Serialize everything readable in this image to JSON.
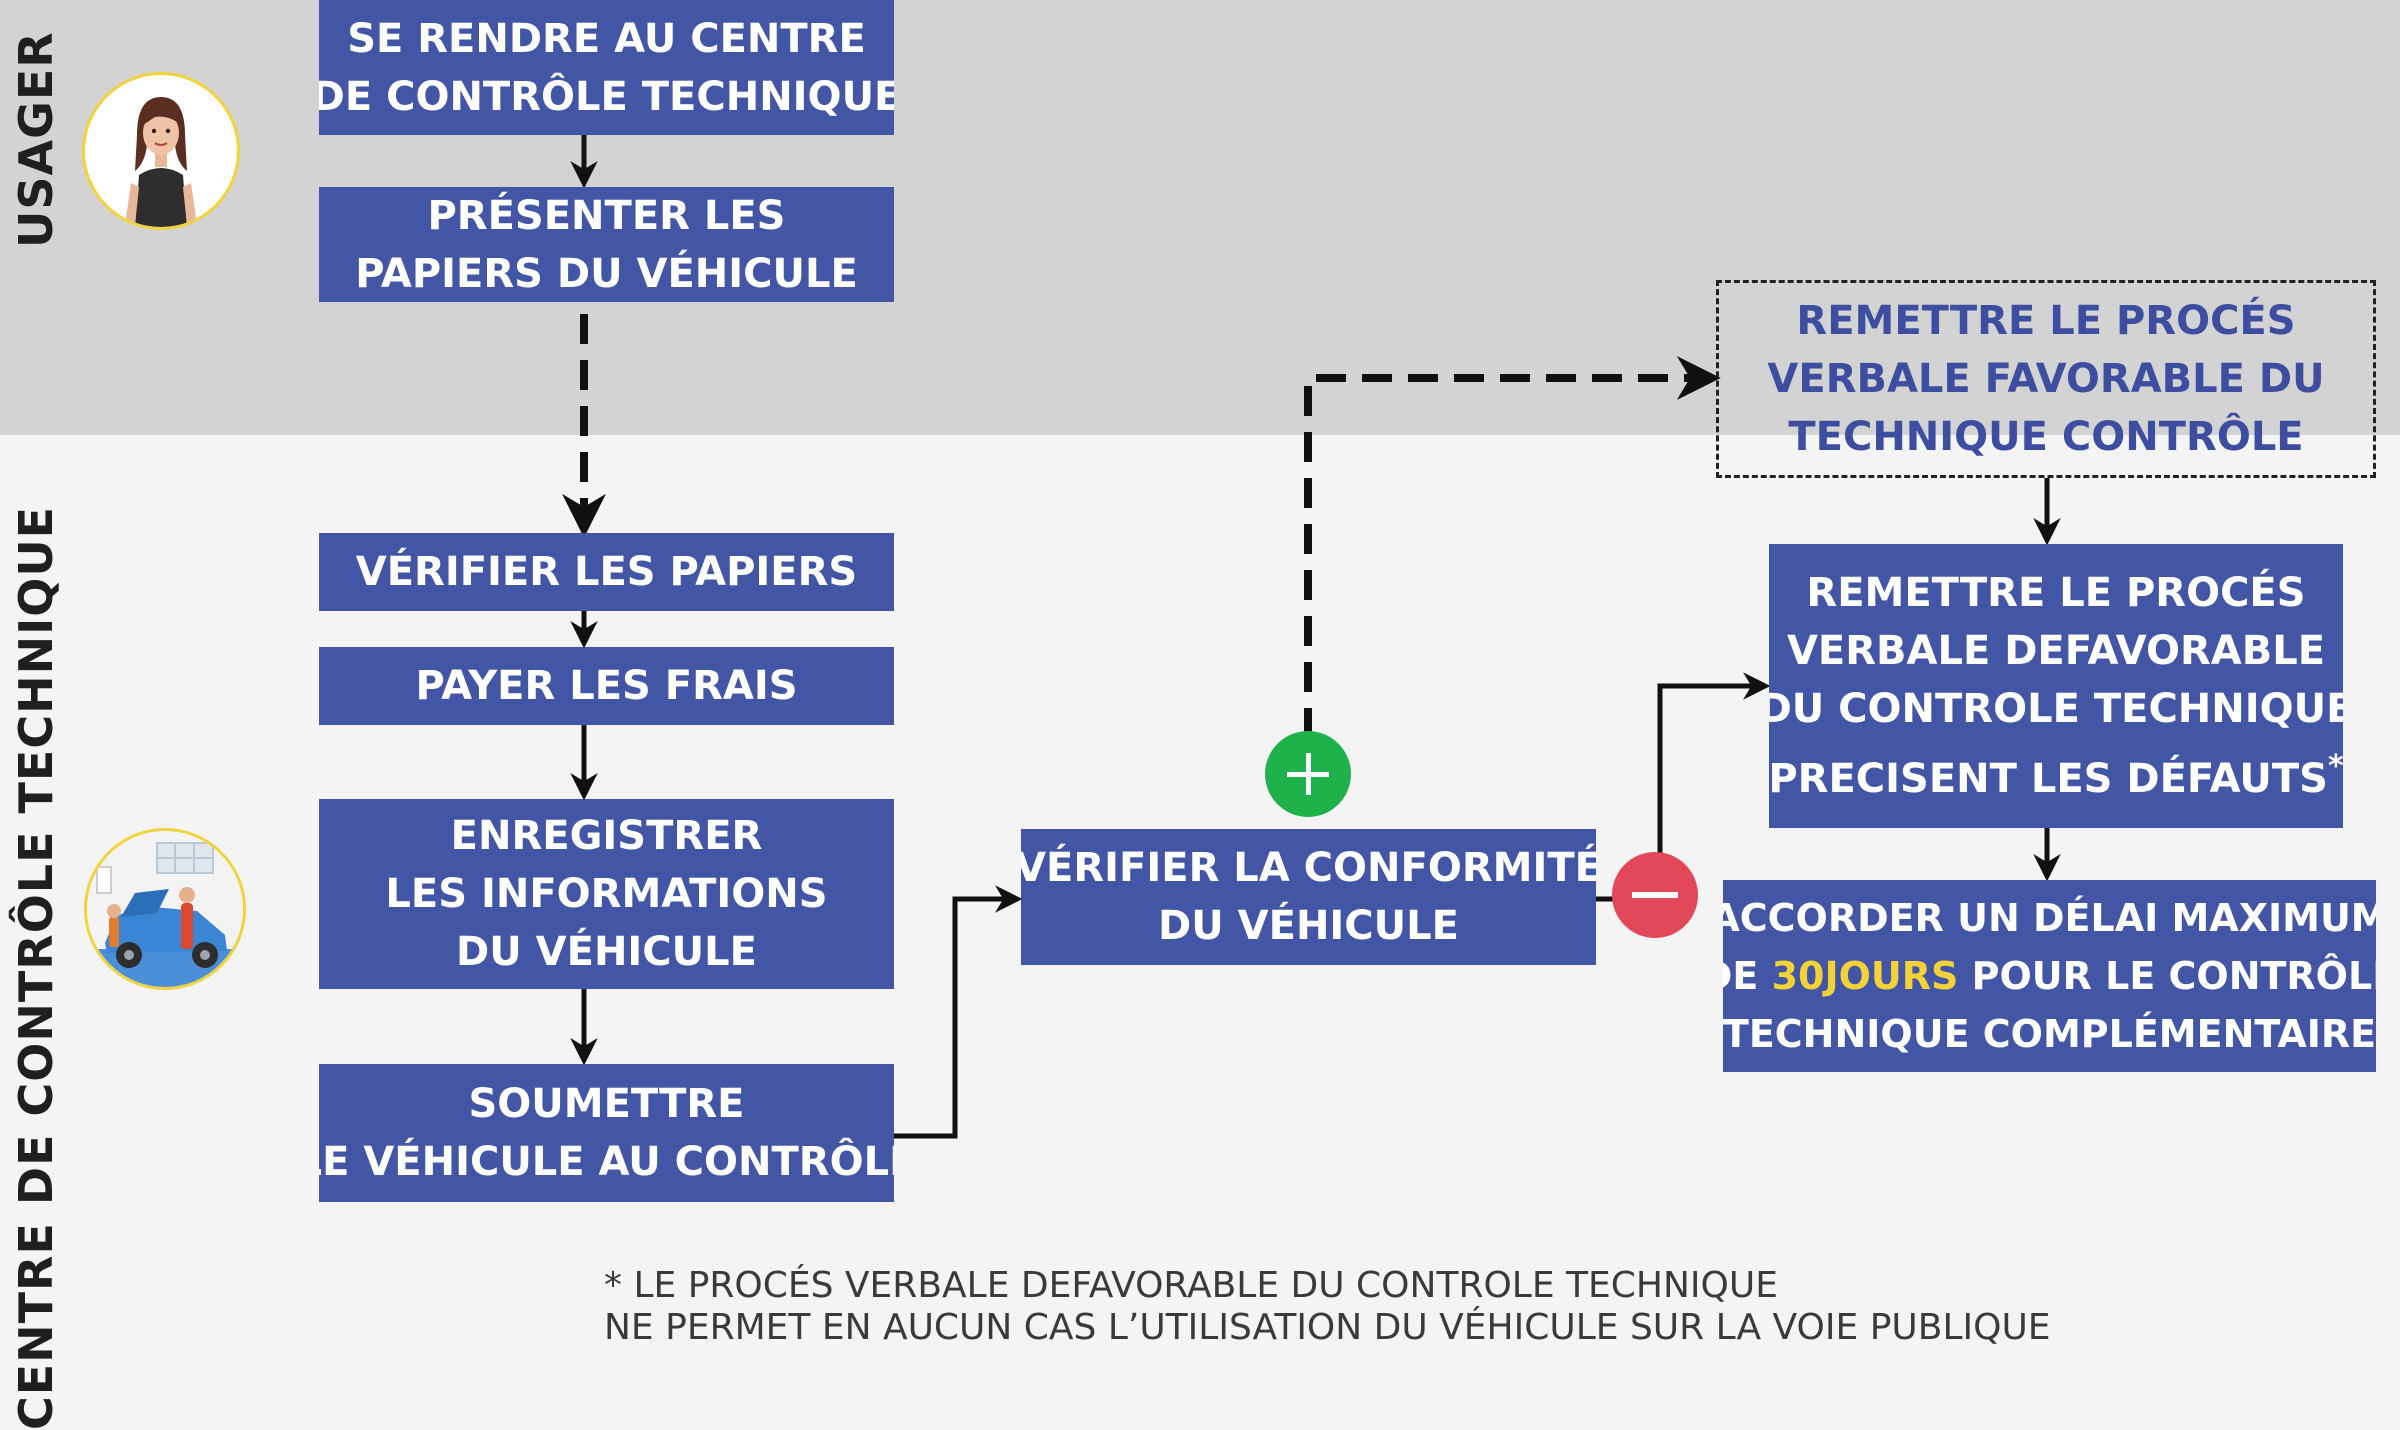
{
  "lanes": {
    "usager": "USAGER",
    "centre": "CENTRE DE CONTRÔLE TECHNIQUE"
  },
  "steps": {
    "go_to_centre": [
      "SE RENDRE AU CENTRE",
      "DE CONTRÔLE TECHNIQUE"
    ],
    "present_papers": [
      "PRÉSENTER LES",
      "PAPIERS DU VÉHICULE"
    ],
    "verify_papers": [
      "VÉRIFIER LES PAPIERS"
    ],
    "pay_fees": [
      "PAYER LES FRAIS"
    ],
    "register_info": [
      "ENREGISTRER",
      "LES INFORMATIONS",
      "DU VÉHICULE"
    ],
    "submit_vehicle": [
      "SOUMETTRE",
      "LE VÉHICULE AU CONTRÔLE"
    ],
    "verify_conformity": [
      "VÉRIFIER LA CONFORMITÉ",
      "DU VÉHICULE"
    ],
    "favorable_report": [
      "REMETTRE LE PROCÉS",
      "VERBALE FAVORABLE DU",
      "TECHNIQUE CONTRÔLE"
    ],
    "unfavorable_report": [
      "REMETTRE LE PROCÉS",
      "VERBALE DEFAVORABLE",
      "DU CONTROLE TECHNIQUE",
      "PRECISENT LES DÉFAUTS"
    ],
    "unfavorable_star": "*",
    "grant_delay": {
      "line1": "ACCORDER UN DÉLAI MAXIMUM",
      "line2_before": "DE ",
      "line2_highlight": "30JOURS",
      "line2_after": " POUR LE CONTRÔLE",
      "line3": "TECHNIQUE COMPLÉMENTAIRE"
    }
  },
  "decisions": {
    "positive": "+",
    "negative": "−"
  },
  "footnote": [
    "* LE PROCÉS VERBALE DEFAVORABLE DU CONTROLE TECHNIQUE",
    "NE PERMET EN AUCUN CAS L’UTILISATION DU VÉHICULE SUR LA VOIE PUBLIQUE"
  ],
  "colors": {
    "box_fill": "#4356a6",
    "box_text": "#ffffff",
    "highlight": "#f3d238",
    "positive": "#1fb24b",
    "negative": "#e2475a",
    "lane_top": "#d3d3d3",
    "lane_bottom": "#f4f4f4"
  },
  "icons": {
    "usager_avatar": "woman-avatar-icon",
    "centre_avatar": "mechanic-car-icon"
  }
}
